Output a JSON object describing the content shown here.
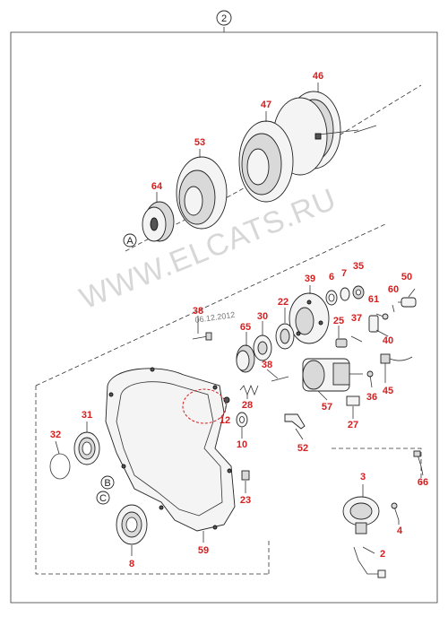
{
  "assembly_ref": "2",
  "date_stamp": "06.12.2012",
  "watermark": "WWW.ELCATS.RU",
  "view_refs": {
    "a": "A",
    "b": "B",
    "c": "C"
  },
  "parts": {
    "p46": "46",
    "p47": "47",
    "p53": "53",
    "p64": "64",
    "p39": "39",
    "p6": "6",
    "p7": "7",
    "p35": "35",
    "p50": "50",
    "p60": "60",
    "p61": "61",
    "p38a": "38",
    "p22": "22",
    "p30": "30",
    "p65": "65",
    "p25": "25",
    "p37": "37",
    "p40": "40",
    "p38b": "38",
    "p45": "45",
    "p28": "28",
    "p12": "12",
    "p36": "36",
    "p57": "57",
    "p27": "27",
    "p31": "31",
    "p32": "32",
    "p10": "10",
    "p52": "52",
    "p3": "3",
    "p66": "66",
    "p23": "23",
    "p4": "4",
    "p2": "2",
    "p8": "8",
    "p59": "59"
  }
}
